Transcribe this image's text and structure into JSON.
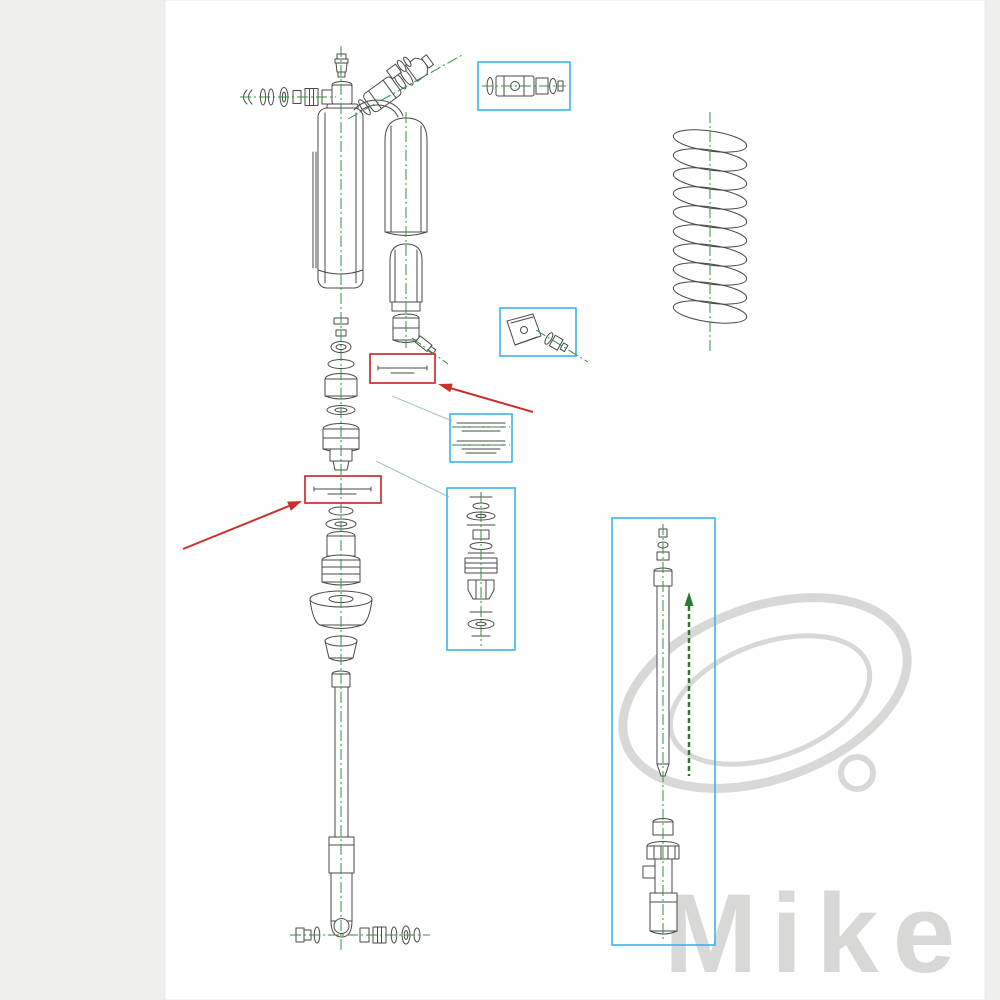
{
  "page": {
    "background": "#eff0ee",
    "panel": "#ffffff"
  },
  "watermark": {
    "text": "Mike",
    "color": "#d8d8d6"
  },
  "diagram": {
    "type": "exploded-parts-drawing",
    "subject": "rear shock absorber assembly",
    "colors": {
      "part_line": "#4a4a48",
      "centerline": "#2f9242",
      "callout_box": "#3fb3e8",
      "highlight_box": "#c9302c",
      "connector_line": "#a7c4d2",
      "needle_arrow": "#2a7a33"
    }
  }
}
